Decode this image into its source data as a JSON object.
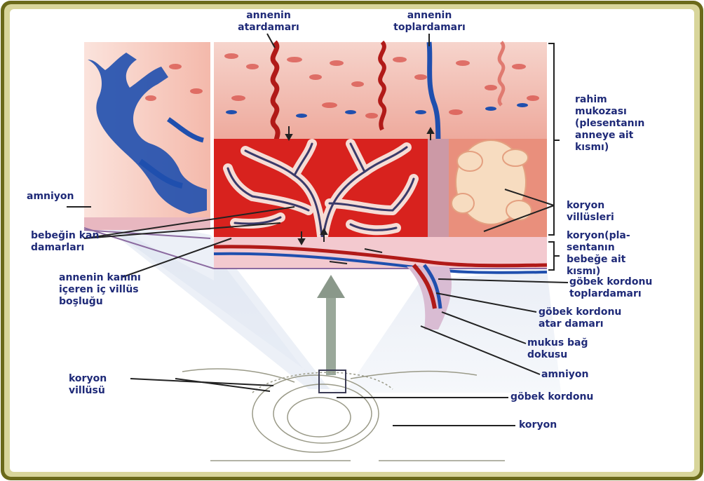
{
  "colors": {
    "frame_outer": "#6b6a1a",
    "frame_inner": "#d8d59a",
    "label_text": "#1f2a78",
    "tissue_pink": "#f3b7ad",
    "tissue_red": "#d8221e",
    "vein_blue": "#1f4fae",
    "villus_light": "#f2c79d"
  },
  "labels": {
    "maternal_artery": [
      "annenin",
      "atardamarı"
    ],
    "maternal_vein": [
      "annenin",
      "toplardamarı"
    ],
    "uterine_mucosa": [
      "rahim",
      "mukozası",
      "(plesentanın",
      "anneye ait",
      "kısmı)"
    ],
    "amnion_left": "amniyon",
    "fetal_vessels": [
      "bebeğin kan",
      "damarları"
    ],
    "intervillous_space": [
      "annenin kanını",
      "içeren iç villüs",
      "boşluğu"
    ],
    "chorion_villi": [
      "koryon",
      "villüsleri"
    ],
    "chorion_fetal_part": [
      "koryon(pla-",
      "sentanın",
      "bebeğe ait",
      "kısmı)"
    ],
    "umbilical_vein": [
      "göbek kordonu",
      "toplardamarı"
    ],
    "umbilical_artery": [
      "göbek kordonu",
      "atar damarı"
    ],
    "mucous_tissue": [
      "mukus bağ",
      "dokusu"
    ],
    "amnion_right": "amniyon",
    "chorion_villus": [
      "koryon",
      "villüsü"
    ],
    "umbilical_cord": "göbek kordonu",
    "chorion": "koryon"
  },
  "icons": {
    "upward_arrow": "up-arrow-icon",
    "flow_arrows": "small-arrow-icon"
  }
}
